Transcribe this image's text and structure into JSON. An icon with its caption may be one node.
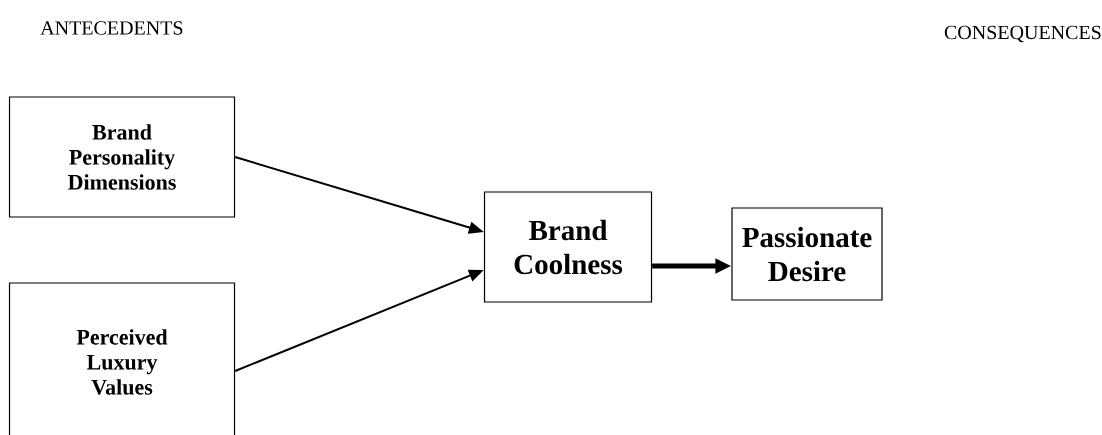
{
  "diagram": {
    "nodes": [
      {
        "text": [
          "Brand Personality Dimensions"
        ]
      },
      {
        "text": [
          "Perceived Luxury Values"
        ]
      },
      {
        "text": [
          "Brand Coolness"
        ]
      },
      {
        "text": [
          "Passionate Desire"
        ]
      }
    ],
    "edges": [
      {
        "from": 0,
        "to": 2,
        "arrow": "to"
      },
      {
        "from": 1,
        "to": 2,
        "arrow": "to"
      },
      {
        "from": 2,
        "to": 3,
        "arrow": "to",
        "style": "thick"
      }
    ],
    "labels": [
      "ANTECEDENTS",
      "CONSEQUENCES"
    ]
  }
}
